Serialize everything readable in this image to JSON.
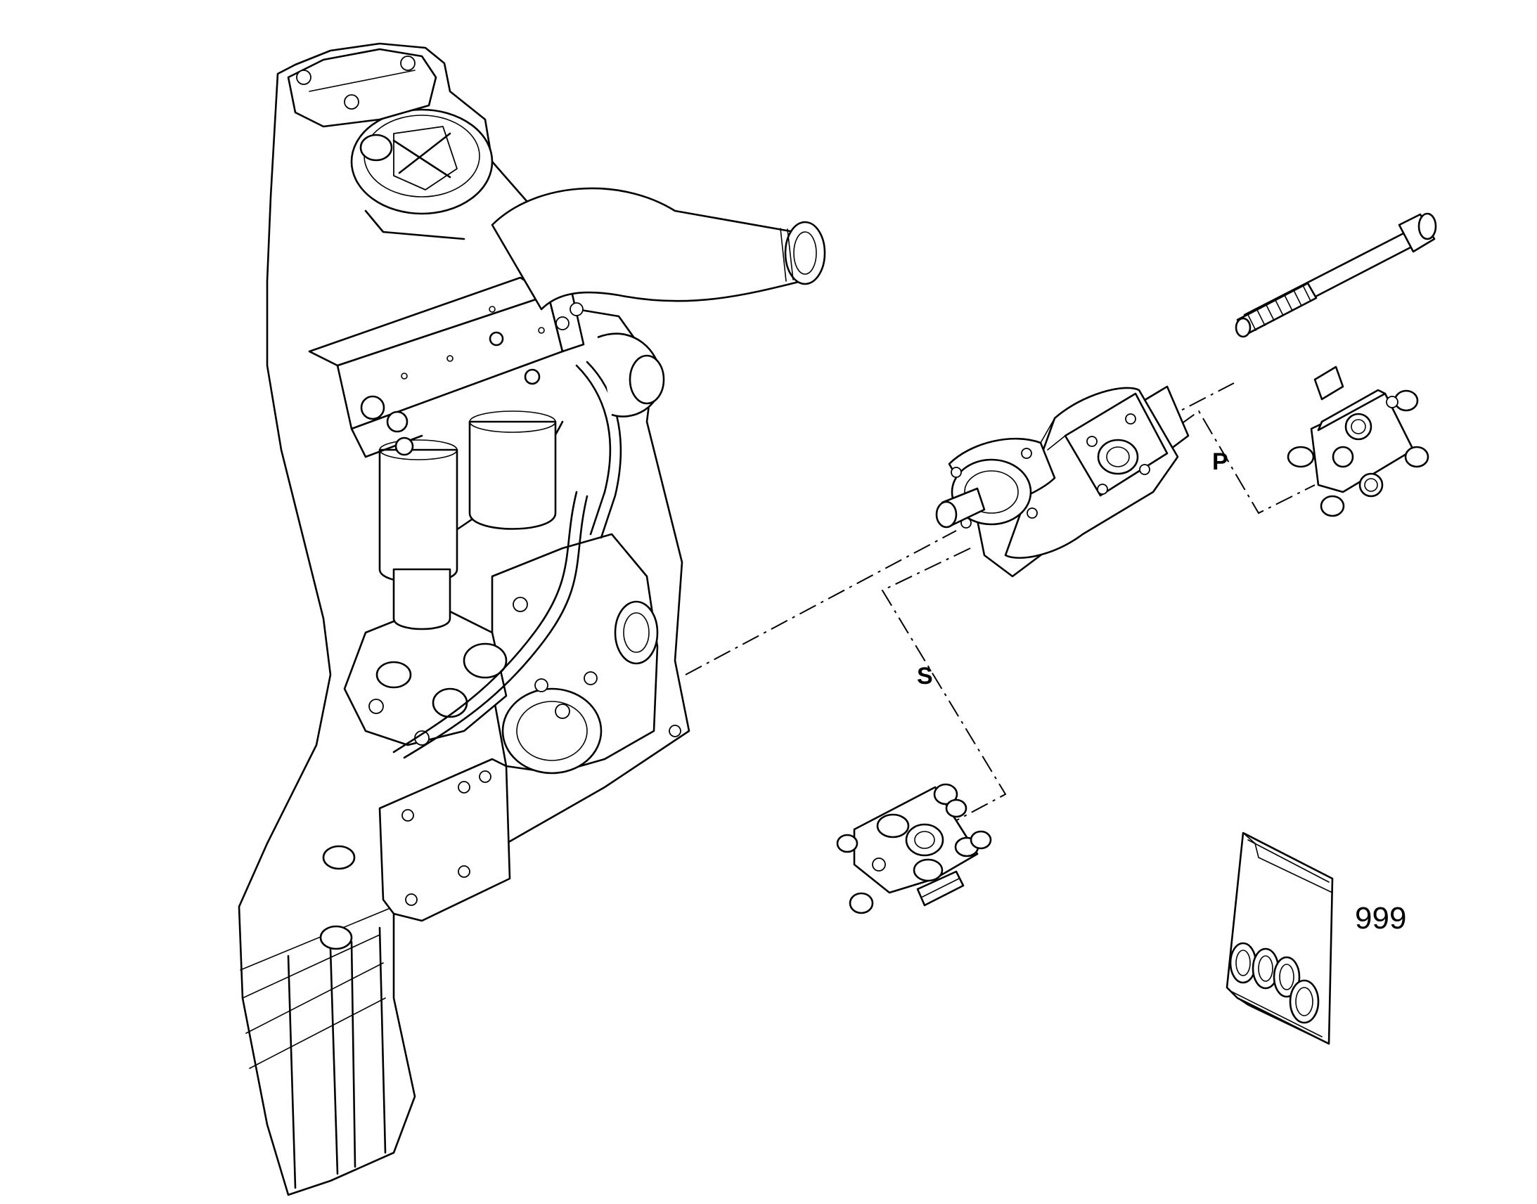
{
  "callouts": {
    "p": "P",
    "s": "S",
    "kit": "999"
  }
}
